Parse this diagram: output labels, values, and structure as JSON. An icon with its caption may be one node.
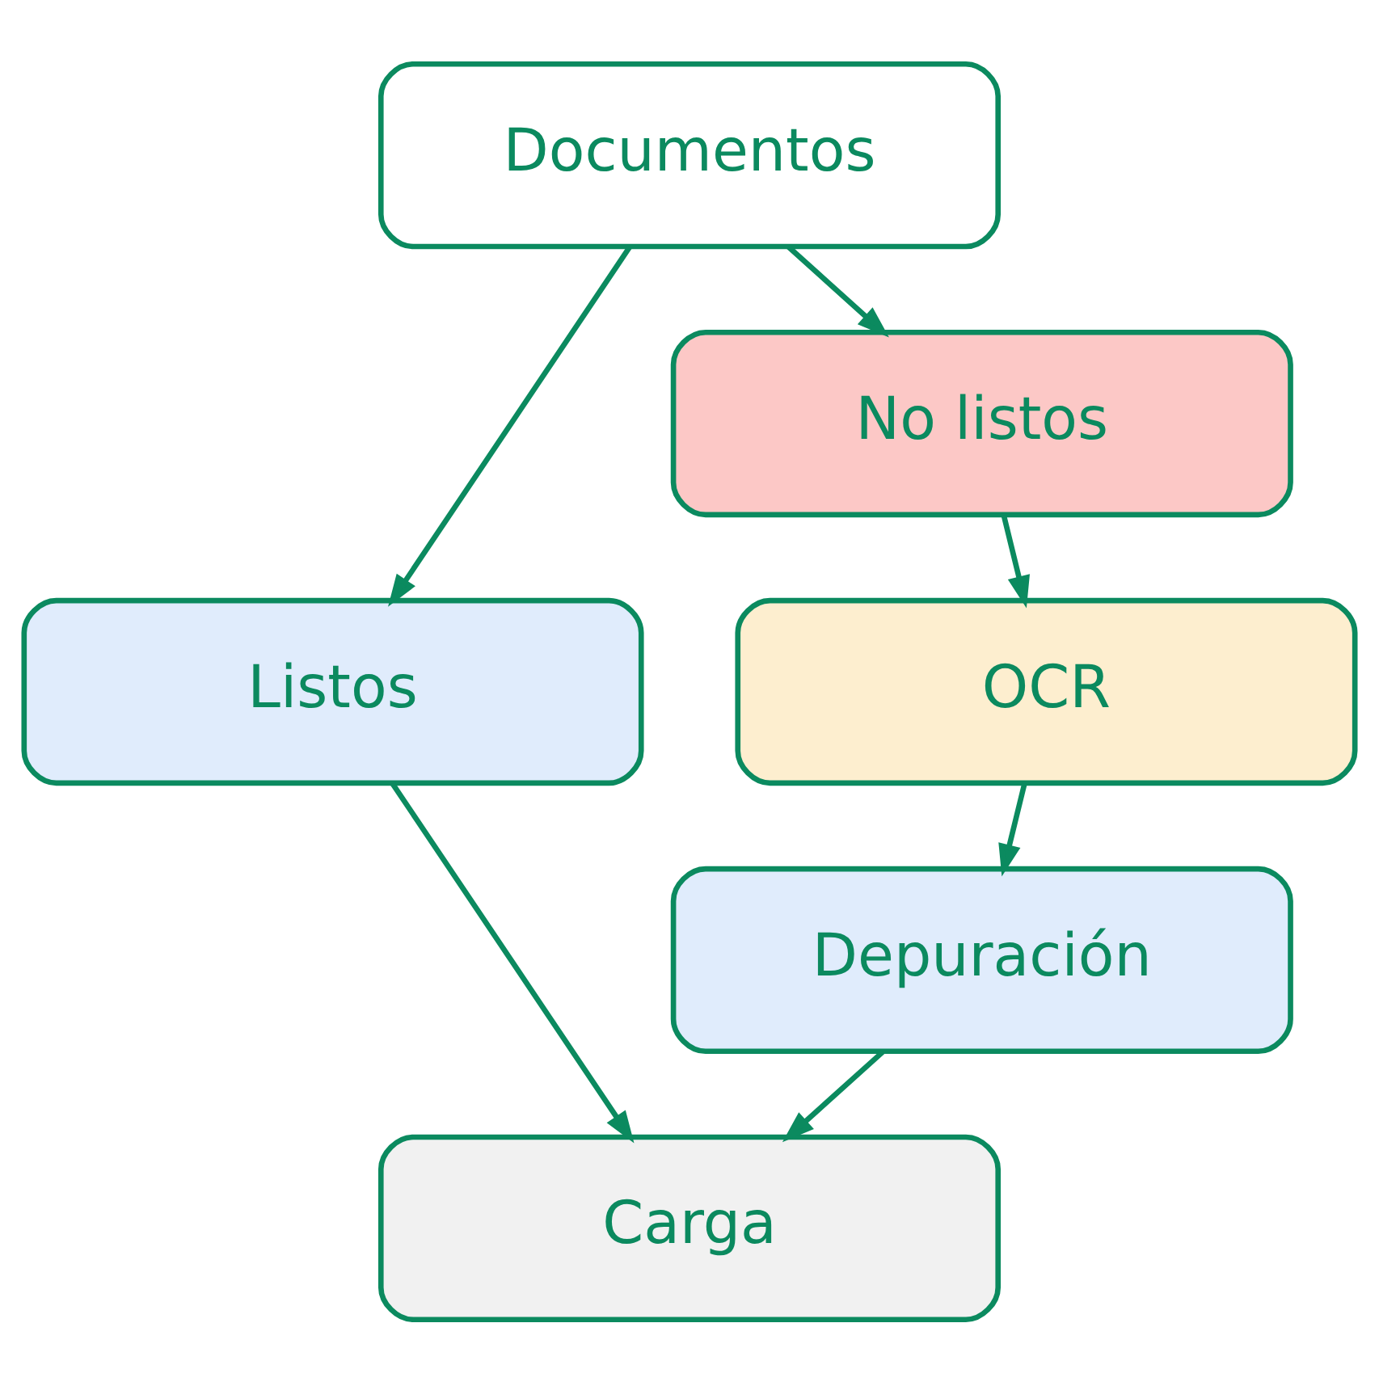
{
  "diagram": {
    "nodes": [
      {
        "text": [
          "Documentos"
        ]
      },
      {
        "text": [
          "Listos"
        ]
      },
      {
        "text": [
          "No listos"
        ]
      },
      {
        "text": [
          "OCR"
        ]
      },
      {
        "text": [
          "Depuración"
        ]
      },
      {
        "text": [
          "Carga"
        ]
      }
    ],
    "edges": [
      {
        "from": 0,
        "to": 1,
        "arrow": "to"
      },
      {
        "from": 0,
        "to": 2,
        "arrow": "to"
      },
      {
        "from": 2,
        "to": 3,
        "arrow": "to"
      },
      {
        "from": 3,
        "to": 4,
        "arrow": "to"
      },
      {
        "from": 1,
        "to": 5,
        "arrow": "to"
      },
      {
        "from": 4,
        "to": 5,
        "arrow": "to"
      }
    ]
  }
}
